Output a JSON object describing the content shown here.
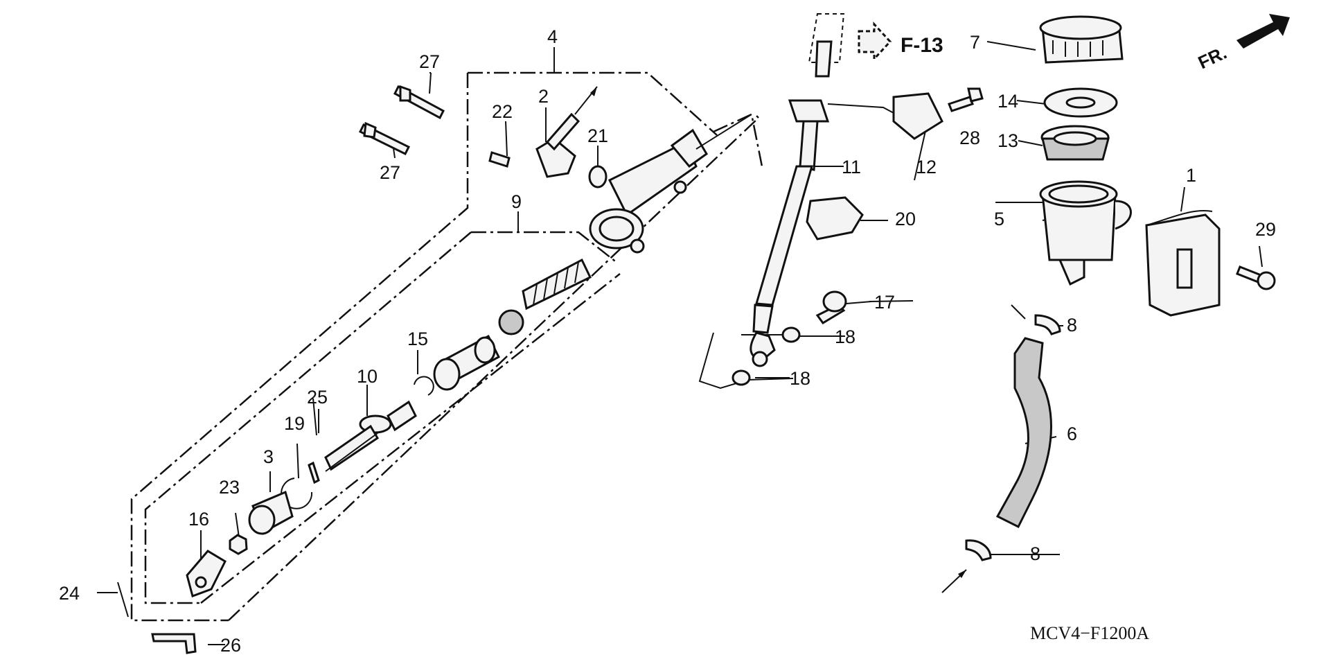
{
  "diagram": {
    "labels": [
      "1",
      "2",
      "3",
      "4",
      "5",
      "6",
      "7",
      "8",
      "8",
      "9",
      "10",
      "11",
      "12",
      "13",
      "14",
      "15",
      "16",
      "17",
      "18",
      "18",
      "19",
      "20",
      "21",
      "22",
      "23",
      "24",
      "25",
      "26",
      "27",
      "27",
      "28",
      "29"
    ],
    "reference": "F-13",
    "orientation": "FR.",
    "code": "MCV4−F1200A"
  }
}
